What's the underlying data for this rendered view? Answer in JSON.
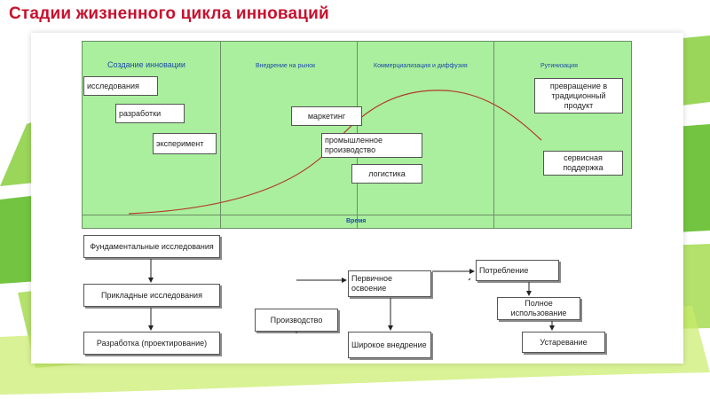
{
  "title": "Стадии жизненного цикла  инноваций",
  "colors": {
    "title": "#c8102e",
    "panel": "#a9ef9d",
    "header_text": "#1e4aa8",
    "curve": "#b23a2a"
  },
  "diagram": {
    "stages": [
      "Создание инновации",
      "Внедрение на рынок",
      "Коммерциализация и диффузия",
      "Рутинизация"
    ],
    "time_label": "Время",
    "activities": {
      "research": "исследования",
      "development": "разработки",
      "experiment": "эксперимент",
      "marketing": "маркетинг",
      "industrial_production": "промышленное производство",
      "logistics": "логистика",
      "traditional_product": "превращение в традиционный продукт",
      "service_support": "сервисная поддержка"
    },
    "flow": {
      "fundamental_research": "Фундаментальные исследования",
      "applied_research": "Прикладные исследования",
      "development_design": "Разработка (проектирование)",
      "production": "Производство",
      "primary_adoption": "Первичное освоение",
      "wide_implementation": "Широкое внедрение",
      "consumption": "Потребление",
      "full_use": "Полное использование",
      "obsolescence": "Устаревание"
    }
  }
}
